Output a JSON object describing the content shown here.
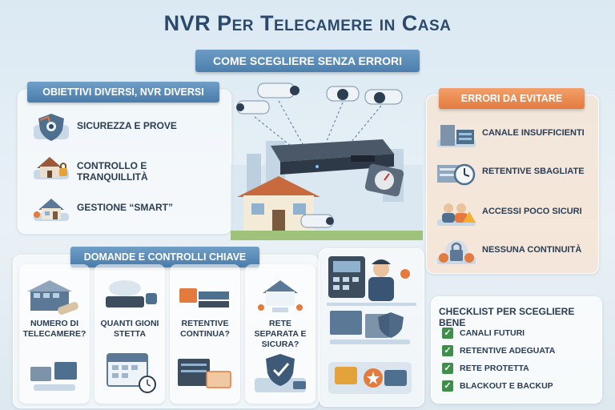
{
  "title": "NVR Per Telecamere in Casa",
  "subtitle": "Come scegliere senza errori",
  "objectives": {
    "heading": "Obiettivi diversi, NVR diversi",
    "items": [
      {
        "label": "Sicurezza e prove",
        "icon": "shield-eye-icon"
      },
      {
        "label": "Controllo e tranquillità",
        "icon": "house-lock-icon"
      },
      {
        "label": "Gestione “smart”",
        "icon": "smart-home-icon"
      }
    ]
  },
  "errors": {
    "heading": "Errori da evitare",
    "items": [
      {
        "label": "Canale insufficienti",
        "icon": "server-rack-icon"
      },
      {
        "label": "Retentive sbagliate",
        "icon": "clock-icon"
      },
      {
        "label": "Accessi poco sicuri",
        "icon": "users-warning-icon"
      },
      {
        "label": "Nessuna continuità",
        "icon": "lock-warning-icon"
      }
    ]
  },
  "questions": {
    "heading": "Domande e controlli chiave",
    "items": [
      {
        "label": "Numero di telecamere?",
        "icon": "camera-count-icon"
      },
      {
        "label": "Quanti gioni stetta",
        "icon": "calendar-icon"
      },
      {
        "label": "Retentive continua?",
        "icon": "recording-icon"
      },
      {
        "label": "Rete separata e sicura?",
        "icon": "network-shield-icon"
      }
    ]
  },
  "checklist": {
    "heading": "Checklist per scegliere bene",
    "items": [
      {
        "label": "Canali futuri"
      },
      {
        "label": "Retentive adeguata"
      },
      {
        "label": "Rete protetta"
      },
      {
        "label": "Blackout e backup"
      }
    ]
  },
  "colors": {
    "accent_blue": "#4c7fae",
    "accent_orange": "#e37a3e",
    "check_green": "#3f8f4a"
  }
}
